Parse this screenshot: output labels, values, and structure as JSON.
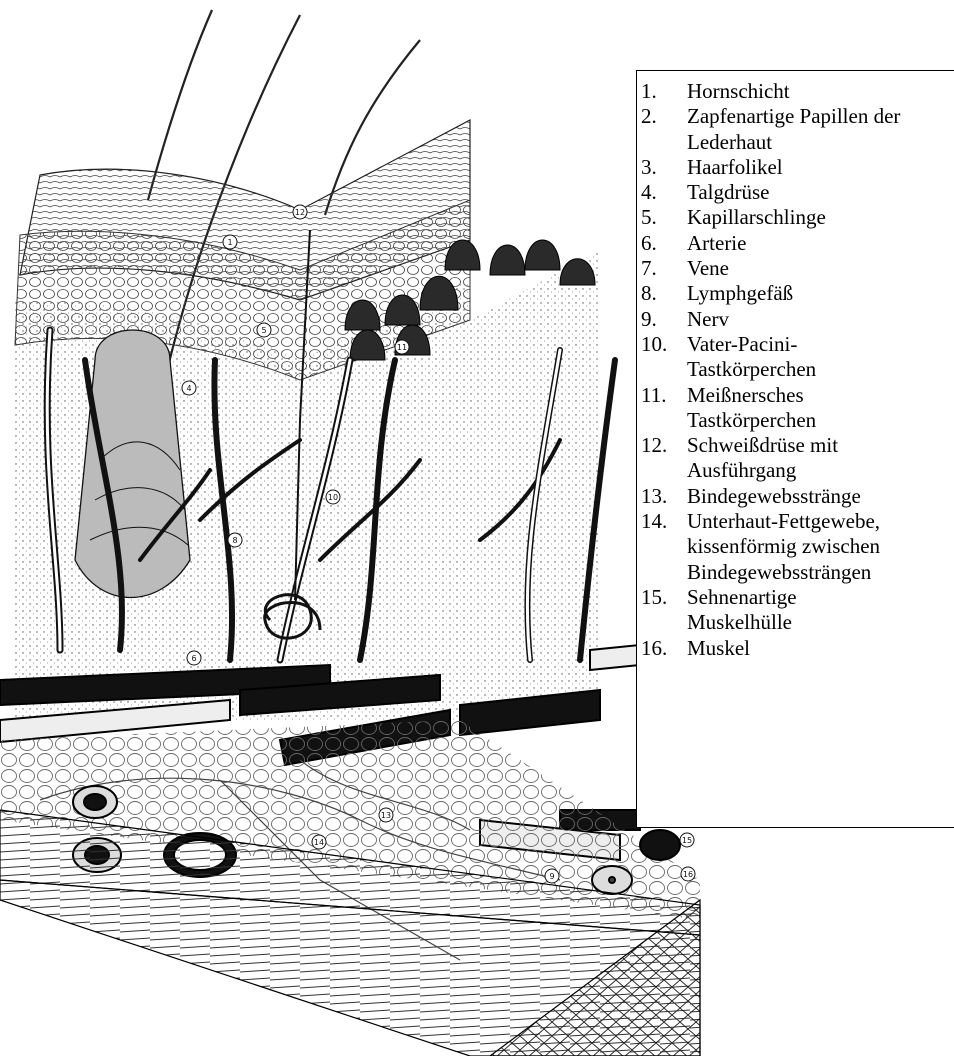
{
  "legend": {
    "items": [
      {
        "num": "1.",
        "lines": [
          "Hornschicht"
        ]
      },
      {
        "num": "2.",
        "lines": [
          "Zapfenartige Papillen der",
          "Lederhaut"
        ]
      },
      {
        "num": "3.",
        "lines": [
          "Haarfolikel"
        ]
      },
      {
        "num": "4.",
        "lines": [
          "Talgdrüse"
        ]
      },
      {
        "num": "5.",
        "lines": [
          "Kapillarschlinge"
        ]
      },
      {
        "num": "6.",
        "lines": [
          "Arterie"
        ]
      },
      {
        "num": "7.",
        "lines": [
          "Vene"
        ]
      },
      {
        "num": "8.",
        "lines": [
          "Lymphgefäß"
        ]
      },
      {
        "num": "9.",
        "lines": [
          "Nerv"
        ]
      },
      {
        "num": "10.",
        "lines": [
          "Vater-Pacini-",
          "Tastkörperchen"
        ]
      },
      {
        "num": "11.",
        "lines": [
          "Meißnersches",
          "Tastkörperchen"
        ]
      },
      {
        "num": "12.",
        "lines": [
          "Schweißdrüse mit",
          "Ausführgang"
        ]
      },
      {
        "num": "13.",
        "lines": [
          "Bindegewebsstränge"
        ]
      },
      {
        "num": "14.",
        "lines": [
          "Unterhaut-Fettgewebe,",
          "kissenförmig zwischen",
          "Bindegewebssträngen"
        ]
      },
      {
        "num": "15.",
        "lines": [
          "Sehnenartige",
          "Muskelhülle"
        ]
      },
      {
        "num": "16.",
        "lines": [
          "Muskel"
        ]
      }
    ]
  },
  "callouts": [
    "1",
    "4",
    "5",
    "6",
    "8",
    "9",
    "10",
    "11",
    "12",
    "13",
    "14",
    "15",
    "16"
  ]
}
